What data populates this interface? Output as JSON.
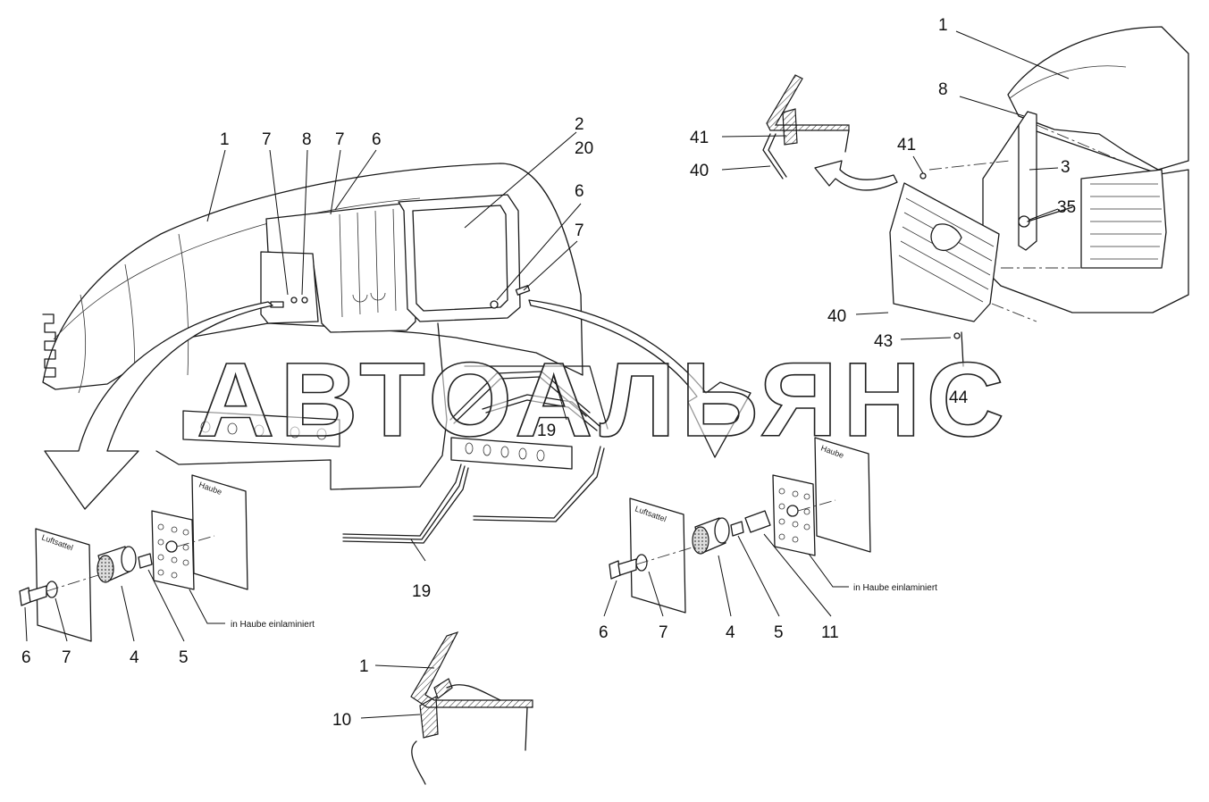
{
  "watermark": "АВТОАЛЬЯНС",
  "notes": {
    "laminated_left": "in Haube einlaminiert",
    "laminated_right": "in Haube einlaminiert",
    "plate_haube_left": "Haube",
    "plate_haube_right": "Haube",
    "plate_luftsattel_left": "Luftsattel",
    "plate_luftsattel_right": "Luftsattel"
  },
  "callouts": {
    "main_1": "1",
    "main_7a": "7",
    "main_8": "8",
    "main_7b": "7",
    "main_6a": "6",
    "main_2": "2",
    "main_20": "20",
    "main_6b": "6",
    "main_7c": "7",
    "gasket_19a": "19",
    "gasket_19b": "19",
    "left_6": "6",
    "left_7": "7",
    "left_4": "4",
    "left_5": "5",
    "right_6": "6",
    "right_7": "7",
    "right_4": "4",
    "right_5": "5",
    "right_11": "11",
    "section_1": "1",
    "section_10": "10",
    "detail_41": "41",
    "detail_40": "40",
    "grille_1": "1",
    "grille_8": "8",
    "grille_41": "41",
    "grille_3": "3",
    "grille_35": "35",
    "grille_40": "40",
    "grille_43": "43",
    "grille_44": "44"
  },
  "colors": {
    "line": "#1a1a1a",
    "background": "#ffffff"
  }
}
